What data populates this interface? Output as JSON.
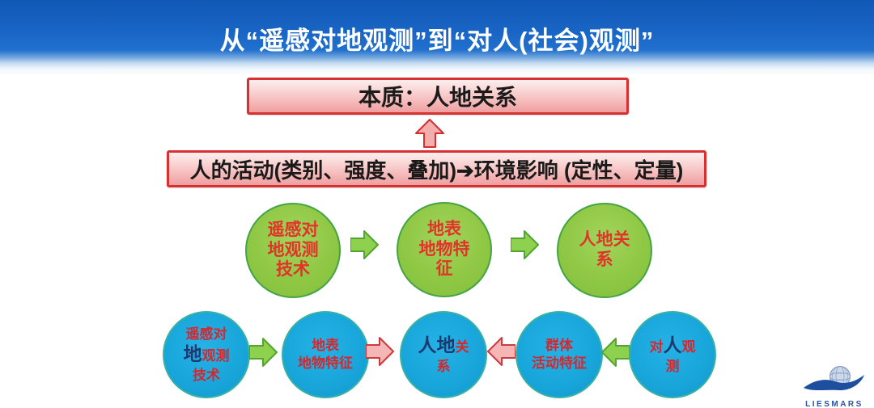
{
  "slide": {
    "title": "从“遥感对地观测”到“对人(社会)观测”"
  },
  "boxes": {
    "essence": "本质：人地关系",
    "activity": "人的活动(类别、强度、叠加)➔环境影响 (定性、定量)"
  },
  "top_row": {
    "circles": [
      {
        "line1": "遥感对",
        "line2": "地观测",
        "line3": "技术"
      },
      {
        "line1": "地表",
        "line2": "地物特",
        "line3": "征"
      },
      {
        "line1": "人地关",
        "line2": "系"
      }
    ]
  },
  "bottom_row": {
    "circles": [
      {
        "l1": "遥感对",
        "l2a": "地",
        "l2b": "观测",
        "l3": "技术"
      },
      {
        "l1": "地表",
        "l2": "地物特征"
      },
      {
        "l1a": "人地",
        "l1b": "关",
        "l2": "系"
      },
      {
        "l1": "群体",
        "l2": "活动特征"
      },
      {
        "l1a": "对",
        "l1b": "人",
        "l1c": "观",
        "l2": "测"
      }
    ]
  },
  "logo": {
    "text": "LIESMARS"
  },
  "colors": {
    "header_blue": "#1965c5",
    "box_border_red": "#d63030",
    "box_fill_pink": "#f8c9c9",
    "circle_green_fill": "#8fc844",
    "circle_green_border": "#44a347",
    "circle_blue_fill": "#18a5da",
    "circle_blue_border": "#38b2a2",
    "arrow_green": "#8ed14f",
    "arrow_pink": "#f6b6b6",
    "text_red": "#d8262c",
    "text_navy": "#1c3a70",
    "logo_blue": "#2a549f"
  }
}
